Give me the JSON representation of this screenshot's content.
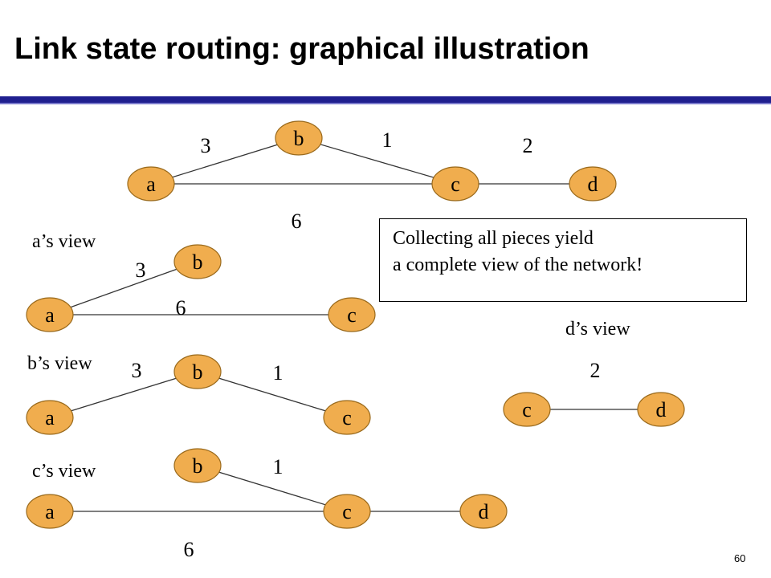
{
  "title": "Link state routing: graphical illustration",
  "page_number": "60",
  "callout": {
    "line1": "Collecting all pieces yield",
    "line2": "a complete view of the network!"
  },
  "node_color": "#f0ad4e",
  "header_rule_color": "#1f1f8f",
  "full_graph": {
    "nodes": [
      "a",
      "b",
      "c",
      "d"
    ],
    "edges": [
      {
        "from": "a",
        "to": "b",
        "cost": "3"
      },
      {
        "from": "b",
        "to": "c",
        "cost": "1"
      },
      {
        "from": "c",
        "to": "d",
        "cost": "2"
      },
      {
        "from": "a",
        "to": "c",
        "cost": "6"
      }
    ]
  },
  "views": {
    "a": {
      "label": "a’s view",
      "nodes": [
        "a",
        "b",
        "c"
      ],
      "edges": [
        {
          "from": "a",
          "to": "b",
          "cost": "3"
        },
        {
          "from": "a",
          "to": "c",
          "cost": "6"
        }
      ]
    },
    "b": {
      "label": "b’s view",
      "nodes": [
        "a",
        "b",
        "c"
      ],
      "edges": [
        {
          "from": "a",
          "to": "b",
          "cost": "3"
        },
        {
          "from": "b",
          "to": "c",
          "cost": "1"
        }
      ]
    },
    "c": {
      "label": "c’s view",
      "nodes": [
        "a",
        "b",
        "c",
        "d"
      ],
      "edges": [
        {
          "from": "b",
          "to": "c",
          "cost": "1"
        },
        {
          "from": "a",
          "to": "c",
          "cost": "6"
        },
        {
          "from": "c",
          "to": "d",
          "cost": ""
        }
      ]
    },
    "d": {
      "label": "d’s view",
      "nodes": [
        "c",
        "d"
      ],
      "edges": [
        {
          "from": "c",
          "to": "d",
          "cost": "2"
        }
      ]
    }
  }
}
